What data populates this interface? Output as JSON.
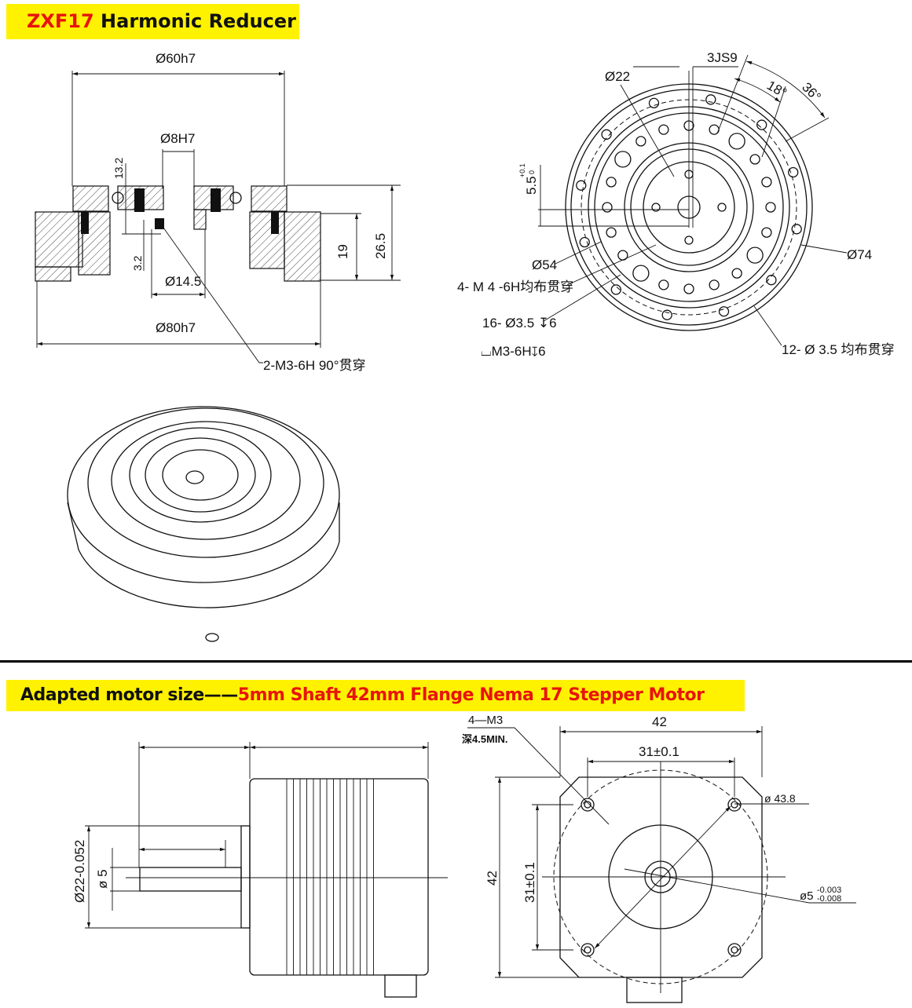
{
  "reducer_section": {
    "title_model": "ZXF17",
    "title_name": " Harmonic Reducer",
    "side_view": {
      "dim_outer_flange": "Ø60h7",
      "dim_bore": "Ø8H7",
      "dim_height_a": "13.2",
      "dim_height_b": "3.2",
      "dim_hub": "Ø14.5",
      "dim_base": "Ø80h7",
      "dim_h19": "19",
      "dim_h26": "26.5",
      "callout_tap": "2-M3-6H 90°贯穿"
    },
    "front_view": {
      "dim_key": "3JS9",
      "dim_d22": "Ø22",
      "dim_angle_18": "18°",
      "dim_angle_36": "36°",
      "dim_key_depth": "5.5",
      "dim_key_tol_upper": "+0.1",
      "dim_key_tol_lower": "0",
      "dim_d54": "Ø54",
      "dim_d74": "Ø74",
      "callout_m4": "4- M 4 -6H均布贯穿",
      "callout_16": "16- Ø3.5 ↧6",
      "callout_m3": "⌴M3-6H↧6",
      "callout_12": "12- Ø 3.5 均布贯穿"
    }
  },
  "motor_section": {
    "title_prefix": "Adapted motor size——",
    "title_highlight": "5mm Shaft 42mm Flange Nema 17 Stepper Motor",
    "side_view": {
      "dim_pilot": "Ø22-0.052",
      "dim_shaft": "ø 5"
    },
    "front_view": {
      "callout_m3": "4—M3",
      "callout_depth": "深4.5MIN.",
      "dim_width": "42",
      "dim_hole_spacing": "31±0.1",
      "dim_bolt_circle": "ø 43.8",
      "dim_height": "42",
      "dim_hole_spacing_v": "31±0.1",
      "dim_shaft": "ø5",
      "dim_shaft_tol_upper": "-0.003",
      "dim_shaft_tol_lower": "-0.008"
    }
  },
  "colors": {
    "banner": "#FFF200",
    "highlight": "#E8140C"
  }
}
